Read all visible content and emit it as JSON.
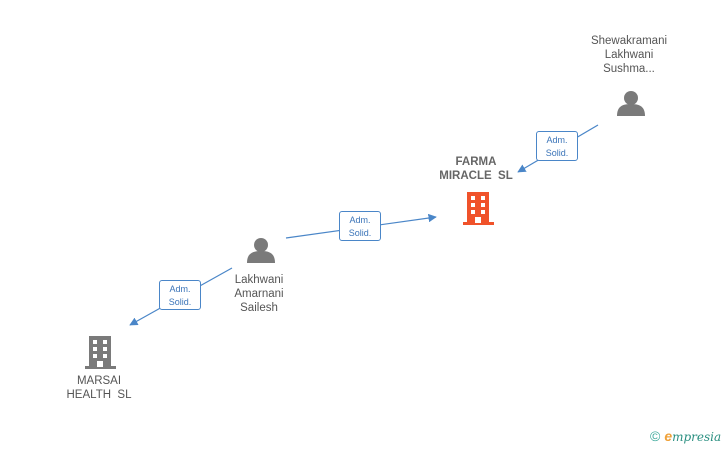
{
  "nodes": {
    "shewakramani": {
      "lines": [
        "Shewakramani",
        "Lakhwani",
        "Sushma..."
      ]
    },
    "farma": {
      "lines": [
        "FARMA",
        "MIRACLE  SL"
      ]
    },
    "lakhwani": {
      "lines": [
        "Lakhwani",
        "Amarnani",
        "Sailesh"
      ]
    },
    "marsai": {
      "lines": [
        "MARSAI",
        "HEALTH  SL"
      ]
    }
  },
  "edges": [
    {
      "lines": [
        "Adm.",
        "Solid."
      ]
    },
    {
      "lines": [
        "Adm.",
        "Solid."
      ]
    },
    {
      "lines": [
        "Adm.",
        "Solid."
      ]
    }
  ],
  "footer": {
    "copyright": "©",
    "brand_initial": "e",
    "brand_rest": "mpresia"
  },
  "colors": {
    "person": "#7a7a7a",
    "company": "#7a7a7a",
    "focus_company": "#f0522a",
    "edge": "#4a86c8"
  }
}
